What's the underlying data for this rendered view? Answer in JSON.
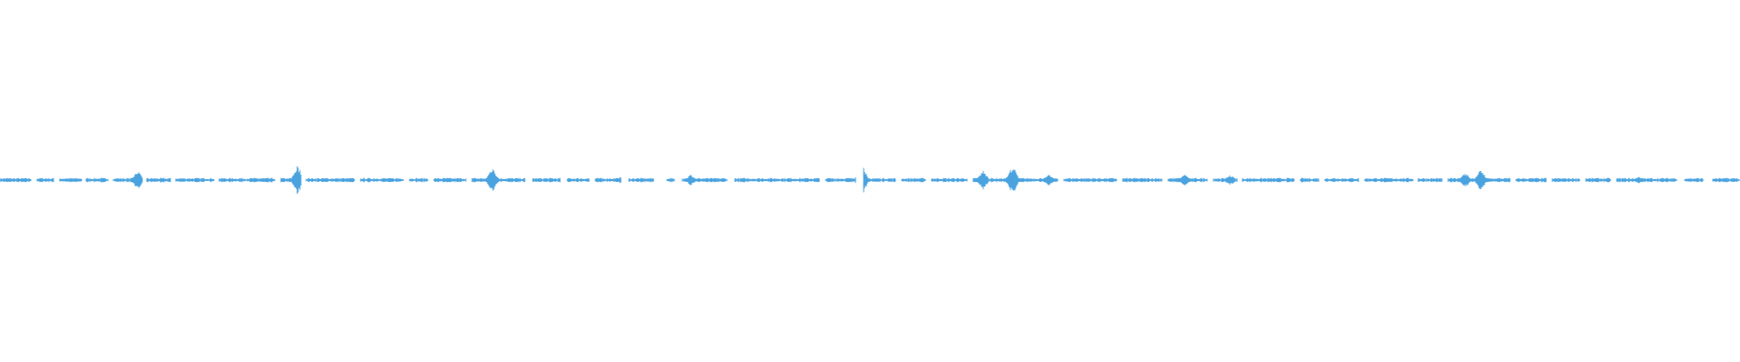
{
  "waveform": {
    "color": "#4aa3df",
    "sample_count": 1920,
    "silence_ranges": [
      [
        0.018,
        0.021
      ],
      [
        0.031,
        0.034
      ],
      [
        0.047,
        0.049
      ],
      [
        0.062,
        0.065
      ],
      [
        0.082,
        0.084
      ],
      [
        0.098,
        0.101
      ],
      [
        0.123,
        0.126
      ],
      [
        0.158,
        0.161
      ],
      [
        0.173,
        0.176
      ],
      [
        0.204,
        0.207
      ],
      [
        0.232,
        0.235
      ],
      [
        0.246,
        0.249
      ],
      [
        0.268,
        0.271
      ],
      [
        0.302,
        0.306
      ],
      [
        0.322,
        0.326
      ],
      [
        0.339,
        0.342
      ],
      [
        0.357,
        0.361
      ],
      [
        0.376,
        0.383
      ],
      [
        0.388,
        0.392
      ],
      [
        0.418,
        0.422
      ],
      [
        0.471,
        0.474
      ],
      [
        0.492,
        0.496
      ],
      [
        0.515,
        0.518
      ],
      [
        0.532,
        0.535
      ],
      [
        0.556,
        0.559
      ],
      [
        0.608,
        0.611
      ],
      [
        0.642,
        0.645
      ],
      [
        0.668,
        0.671
      ],
      [
        0.694,
        0.697
      ],
      [
        0.711,
        0.714
      ],
      [
        0.744,
        0.747
      ],
      [
        0.758,
        0.761
      ],
      [
        0.781,
        0.784
      ],
      [
        0.812,
        0.815
      ],
      [
        0.829,
        0.832
      ],
      [
        0.868,
        0.871
      ],
      [
        0.889,
        0.892
      ],
      [
        0.908,
        0.911
      ],
      [
        0.926,
        0.929
      ],
      [
        0.964,
        0.968
      ],
      [
        0.979,
        0.984
      ]
    ],
    "peaks": [
      {
        "pos": 0.079,
        "level": 0.055
      },
      {
        "pos": 0.171,
        "level": 0.085
      },
      {
        "pos": 0.283,
        "level": 0.075
      },
      {
        "pos": 0.358,
        "level": 0.028
      },
      {
        "pos": 0.397,
        "level": 0.032
      },
      {
        "pos": 0.495,
        "level": 0.12
      },
      {
        "pos": 0.565,
        "level": 0.055
      },
      {
        "pos": 0.582,
        "level": 0.085
      },
      {
        "pos": 0.603,
        "level": 0.03
      },
      {
        "pos": 0.681,
        "level": 0.032
      },
      {
        "pos": 0.707,
        "level": 0.03
      },
      {
        "pos": 0.842,
        "level": 0.045
      },
      {
        "pos": 0.851,
        "level": 0.06
      },
      {
        "pos": 0.942,
        "level": 0.02
      }
    ],
    "baseline_level": 0.004,
    "noise_level": 0.008
  }
}
